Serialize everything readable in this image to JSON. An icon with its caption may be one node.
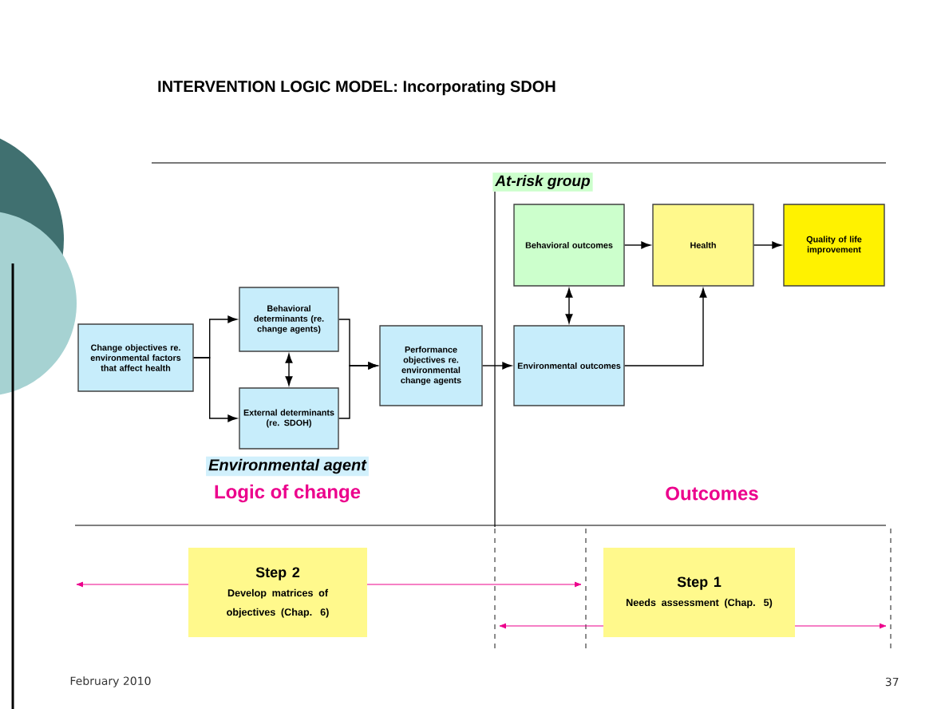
{
  "diagram": {
    "title": "INTERVENTION LOGIC MODEL: Incorporating SDOH",
    "nodes": [
      {
        "text": [
          "Change objectives re. environmental factors that affect health"
        ]
      },
      {
        "text": [
          "Behavioral determinants (re. change agents)"
        ]
      },
      {
        "text": [
          "External determinants (re. SDOH)"
        ]
      },
      {
        "text": [
          "Performance objectives re. environmental change agents"
        ]
      },
      {
        "text": [
          "Behavioral outcomes"
        ]
      },
      {
        "text": [
          "Health"
        ]
      },
      {
        "text": [
          "Quality of life improvement"
        ]
      },
      {
        "text": [
          "Environmental outcomes"
        ]
      },
      {
        "text": [
          "Step 2",
          "Develop matrices of objectives (Chap. 6)"
        ]
      },
      {
        "text": [
          "Step 1",
          "Needs assessment (Chap. 5)"
        ]
      }
    ],
    "edges": [
      {
        "from": 0,
        "to": 1,
        "arrow": "to"
      },
      {
        "from": 0,
        "to": 2,
        "arrow": "to"
      },
      {
        "from": 1,
        "to": 2,
        "arrow": "both"
      },
      {
        "from": 1,
        "to": 3,
        "arrow": "to"
      },
      {
        "from": 2,
        "to": 3,
        "arrow": "to"
      },
      {
        "from": 3,
        "to": 7,
        "arrow": "to"
      },
      {
        "from": 7,
        "to": 4,
        "arrow": "both"
      },
      {
        "from": 4,
        "to": 5,
        "arrow": "to"
      },
      {
        "from": 5,
        "to": 6,
        "arrow": "to"
      },
      {
        "from": 7,
        "to": 5,
        "arrow": "to"
      }
    ],
    "labels": [
      "At-risk group",
      "Environmental agent",
      "Logic of change",
      "Outcomes",
      "February 2010",
      "37"
    ]
  }
}
